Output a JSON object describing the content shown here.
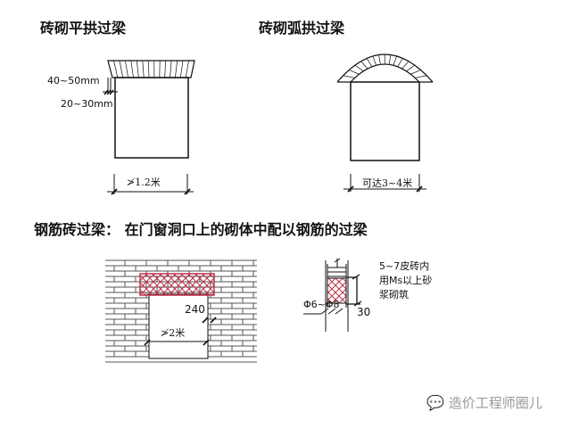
{
  "titles": {
    "flat_arch": "砖砌平拱过梁",
    "segmental_arch": "砖砌弧拱过梁",
    "reinforced": "钢筋砖过梁：  在门窗洞口上的砌体中配以钢筋的过梁"
  },
  "flat_arch": {
    "dim_top": "40~50mm",
    "dim_bottom": "20~30mm",
    "span": "≯1.2米"
  },
  "segmental_arch": {
    "span": "可达3~4米"
  },
  "reinforced": {
    "dim_240": "240",
    "span": "≯2米",
    "note_lines": [
      "5~7皮砖内",
      "用Ms以上砂",
      "浆砌筑"
    ],
    "rebar": "Φ6~Φ8",
    "dim_30": "30"
  },
  "watermark": "造价工程师圈儿",
  "colors": {
    "line": "#111111",
    "lintel": "#c0304a"
  }
}
